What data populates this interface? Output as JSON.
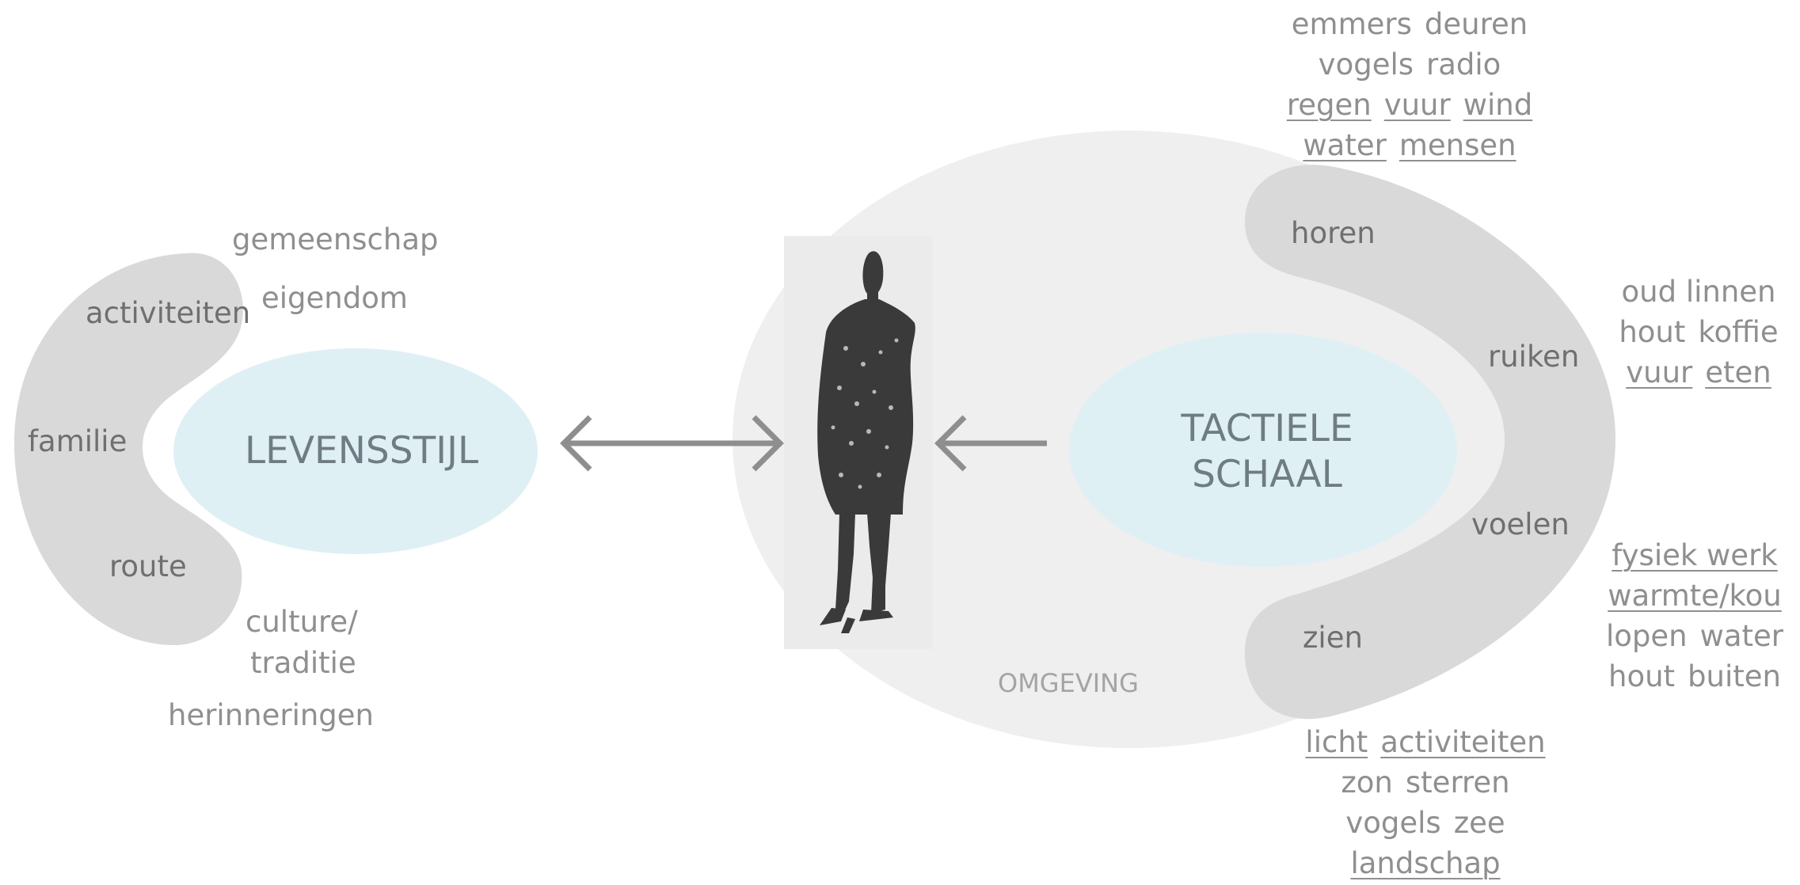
{
  "left": {
    "center_label": "LEVENSSTIJL",
    "inner_labels": {
      "activiteiten": "activiteiten",
      "familie": "familie",
      "route": "route"
    },
    "outer_labels": {
      "gemeenschap": "gemeenschap",
      "eigendom": "eigendom",
      "culture": "culture/",
      "traditie": "traditie",
      "herinneringen": "herinneringen"
    }
  },
  "right": {
    "center_label_line1": "TACTIELE",
    "center_label_line2": "SCHAAL",
    "environment_label": "OMGEVING",
    "senses": {
      "horen": "horen",
      "ruiken": "ruiken",
      "voelen": "voelen",
      "zien": "zien"
    },
    "word_groups": {
      "horen": [
        [
          {
            "text": "emmers",
            "underlined": false
          },
          {
            "text": "deuren",
            "underlined": false
          }
        ],
        [
          {
            "text": "vogels",
            "underlined": false
          },
          {
            "text": "radio",
            "underlined": false
          }
        ],
        [
          {
            "text": "regen",
            "underlined": true
          },
          {
            "text": "vuur",
            "underlined": true
          },
          {
            "text": "wind",
            "underlined": true
          }
        ],
        [
          {
            "text": "water",
            "underlined": true
          },
          {
            "text": "mensen",
            "underlined": true
          }
        ]
      ],
      "ruiken": [
        [
          {
            "text": "oud linnen",
            "underlined": false
          }
        ],
        [
          {
            "text": "hout",
            "underlined": false
          },
          {
            "text": "koffie",
            "underlined": false
          }
        ],
        [
          {
            "text": "vuur",
            "underlined": true
          },
          {
            "text": "eten",
            "underlined": true
          }
        ]
      ],
      "voelen": [
        [
          {
            "text": "fysiek werk",
            "underlined": true
          }
        ],
        [
          {
            "text": "warmte/kou",
            "underlined": true
          }
        ],
        [
          {
            "text": "lopen",
            "underlined": false
          },
          {
            "text": "water",
            "underlined": false
          }
        ],
        [
          {
            "text": "hout",
            "underlined": false
          },
          {
            "text": "buiten",
            "underlined": false
          }
        ]
      ],
      "zien": [
        [
          {
            "text": "licht",
            "underlined": true
          },
          {
            "text": "activiteiten",
            "underlined": true
          }
        ],
        [
          {
            "text": "zon",
            "underlined": false
          },
          {
            "text": "sterren",
            "underlined": false
          }
        ],
        [
          {
            "text": "vogels",
            "underlined": false
          },
          {
            "text": "zee",
            "underlined": false
          }
        ],
        [
          {
            "text": "landschap",
            "underlined": true
          }
        ]
      ]
    }
  },
  "colors": {
    "center_ellipse": "#dff0f5",
    "band": "#d9d9da",
    "environment": "#efefef",
    "arrow": "#8e8e8e",
    "figure": "#3a3a3a"
  },
  "icons": {
    "figure": "person-silhouette-icon",
    "left_arrow": "double-arrow-icon",
    "right_arrow": "left-arrow-icon"
  }
}
